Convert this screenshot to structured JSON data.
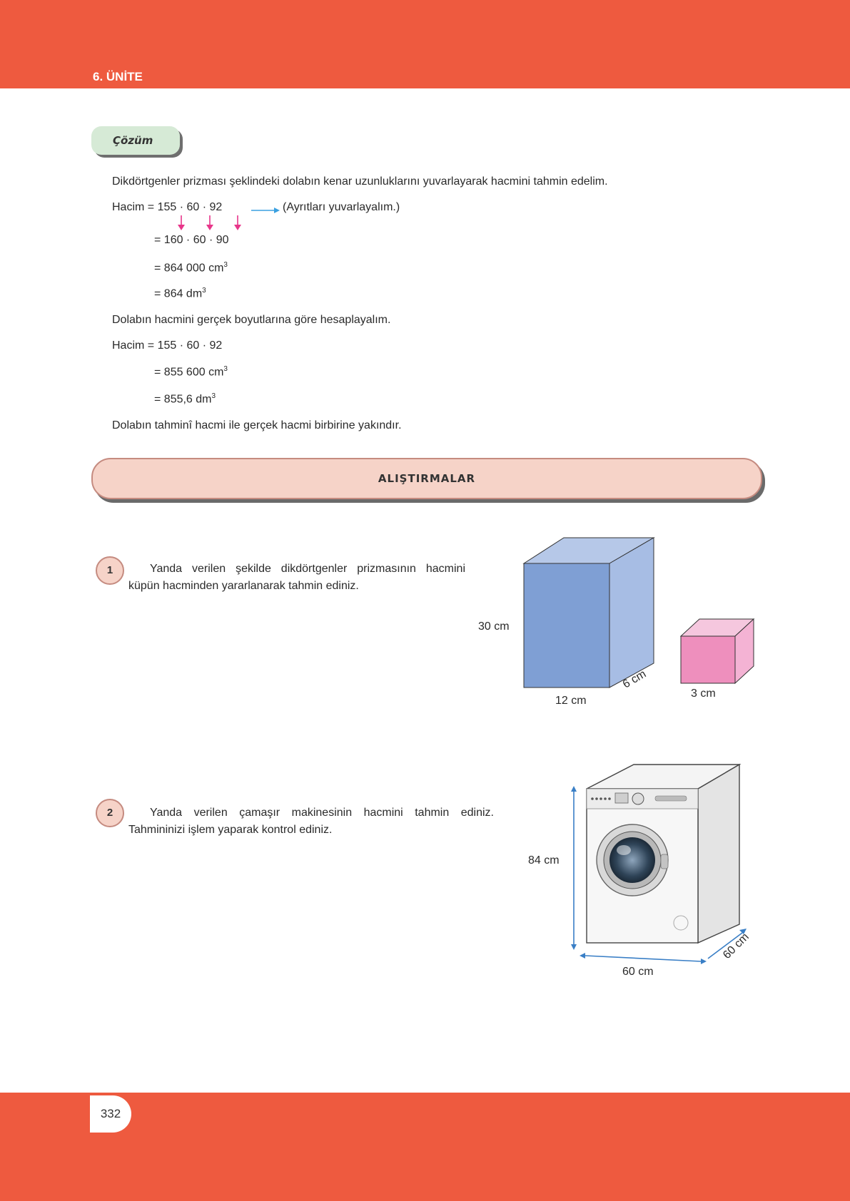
{
  "header": {
    "unit": "6. ÜNİTE"
  },
  "solution": {
    "tag": "Çözüm",
    "intro": "Dikdörtgenler prizması şeklindeki dolabın kenar uzunluklarını yuvarlayarak hacmini tahmin edelim.",
    "estimate_line1": "Hacim = 155 · 60 · 92",
    "estimate_note": "(Ayrıtları yuvarlayalım.)",
    "estimate_line2": "= 160 · 60 · 90",
    "estimate_line3": "= 864 000 cm",
    "estimate_line4": "= 864 dm",
    "exact_intro": "Dolabın hacmini gerçek boyutlarına göre hesaplayalım.",
    "exact_line1": "Hacim = 155 · 60 · 92",
    "exact_line2": "= 855 600 cm",
    "exact_line3": "= 855,6 dm",
    "conclusion": "Dolabın tahminî hacmi ile gerçek hacmi birbirine yakındır.",
    "cube_exp": "3"
  },
  "exercises": {
    "title": "ALIŞTIRMALAR",
    "items": [
      {
        "number": "1",
        "text": "Yanda verilen şekilde dikdörtgenler prizmasının hacmini küpün hacminden yararlanarak tahmin ediniz.",
        "figure": {
          "height": "30 cm",
          "width": "12 cm",
          "depth": "6 cm",
          "cube": "3 cm"
        }
      },
      {
        "number": "2",
        "text": "Yanda verilen çamaşır makinesinin hacmini tahmin ediniz. Tahmininizi işlem yaparak kontrol ediniz.",
        "figure": {
          "height": "84 cm",
          "width": "60 cm",
          "depth": "60 cm"
        }
      }
    ]
  },
  "footer": {
    "page_number": "332"
  },
  "colors": {
    "band": "#ee5a3f",
    "prism": "#7f9fd4",
    "cube": "#ee8fbd",
    "arrow_pink": "#e8368a",
    "arrow_blue": "#3aa0e0"
  }
}
